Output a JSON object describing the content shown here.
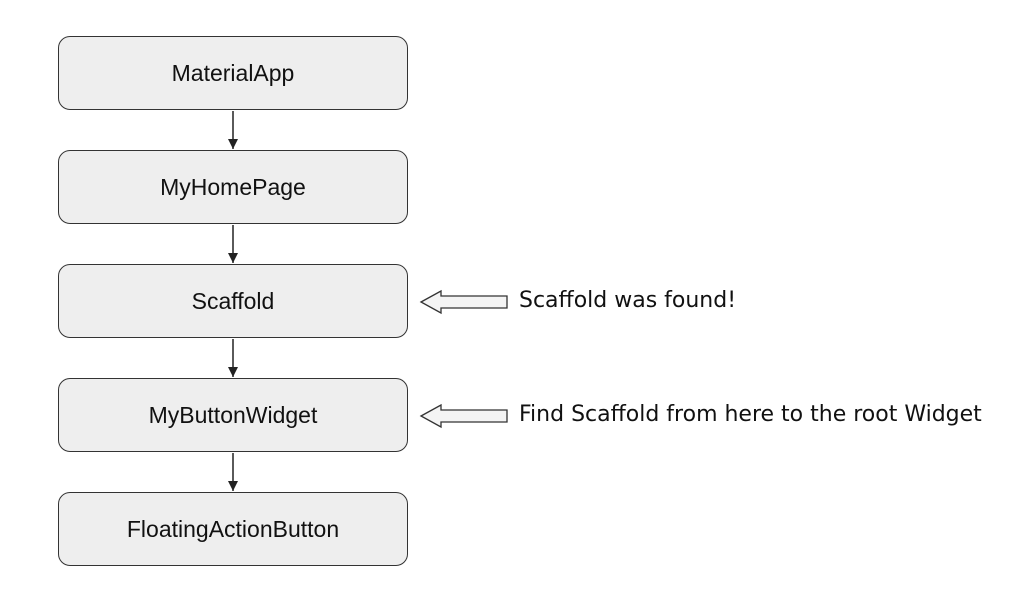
{
  "nodes": [
    {
      "label": "MaterialApp"
    },
    {
      "label": "MyHomePage"
    },
    {
      "label": "Scaffold"
    },
    {
      "label": "MyButtonWidget"
    },
    {
      "label": "FloatingActionButton"
    }
  ],
  "annotations": [
    {
      "text": "Scaffold was found!",
      "points_to": "Scaffold"
    },
    {
      "text": "Find Scaffold from here to the root Widget",
      "points_to": "MyButtonWidget"
    }
  ],
  "colors": {
    "node_fill": "#eeeeee",
    "node_border": "#333333",
    "arrow": "#222222",
    "hollow_arrow_fill": "#f4f4f4"
  }
}
